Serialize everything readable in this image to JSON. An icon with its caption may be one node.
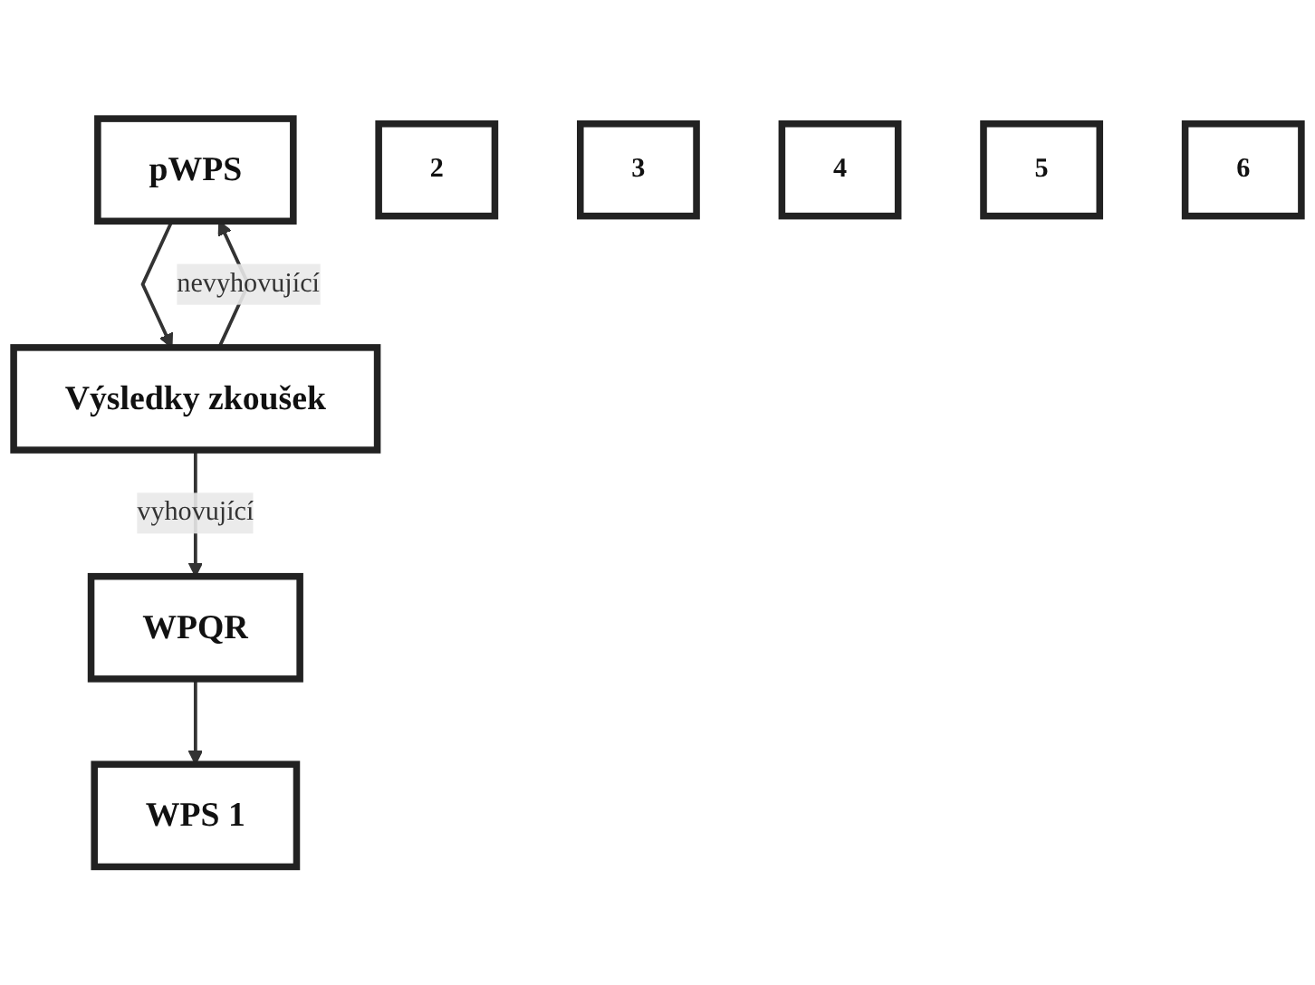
{
  "diagram": {
    "nodes": [
      {
        "text": [
          "pWPS"
        ]
      },
      {
        "text": [
          "Výsledky zkoušek"
        ]
      },
      {
        "text": [
          "WPQR"
        ]
      },
      {
        "text": [
          "WPS 1"
        ]
      },
      {
        "text": [
          "2"
        ]
      },
      {
        "text": [
          "3"
        ]
      },
      {
        "text": [
          "4"
        ]
      },
      {
        "text": [
          "5"
        ]
      },
      {
        "text": [
          "6"
        ]
      }
    ],
    "edges": [
      {
        "from": 0,
        "to": 1,
        "arrow": "to"
      },
      {
        "from": 1,
        "to": 0,
        "arrow": "to",
        "label": "nevyhovující"
      },
      {
        "from": 1,
        "to": 2,
        "arrow": "to",
        "label": "vyhovující"
      },
      {
        "from": 2,
        "to": 3,
        "arrow": "to"
      }
    ]
  }
}
